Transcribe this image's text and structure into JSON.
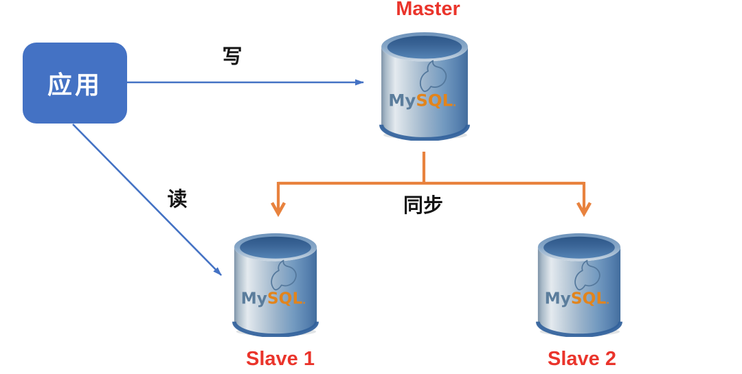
{
  "diagram_type": "mysql-master-slave-replication",
  "nodes": {
    "app": {
      "label": "应用",
      "fill": "#4472C4",
      "text_color": "#FFFFFF"
    },
    "master": {
      "label": "Master",
      "label_color": "#EA342B",
      "icon": "mysql-database"
    },
    "slave1": {
      "label": "Slave 1",
      "label_color": "#EA342B",
      "icon": "mysql-database"
    },
    "slave2": {
      "label": "Slave 2",
      "label_color": "#EA342B",
      "icon": "mysql-database"
    }
  },
  "edges": {
    "write": {
      "label": "写",
      "from": "app",
      "to": "master",
      "color": "#4472C4",
      "style": "solid-arrow"
    },
    "read": {
      "label": "读",
      "from": "app",
      "to": "slave1",
      "color": "#4472C4",
      "style": "solid-arrow"
    },
    "sync": {
      "label": "同步",
      "from": "master",
      "to": "slave1, slave2",
      "color": "#E8823E",
      "style": "open-arrow"
    }
  },
  "mysql_logo": {
    "part_my": "My",
    "part_sql": "SQL",
    "part_dot": ".",
    "color_my": "#5B7D9C",
    "color_sql": "#E2841C"
  },
  "colors": {
    "node_blue": "#4472C4",
    "arrow_blue": "#4472C4",
    "arrow_orange": "#E8823E",
    "label_red": "#EA342B",
    "edge_text": "#141414",
    "background": "#FFFFFF"
  }
}
